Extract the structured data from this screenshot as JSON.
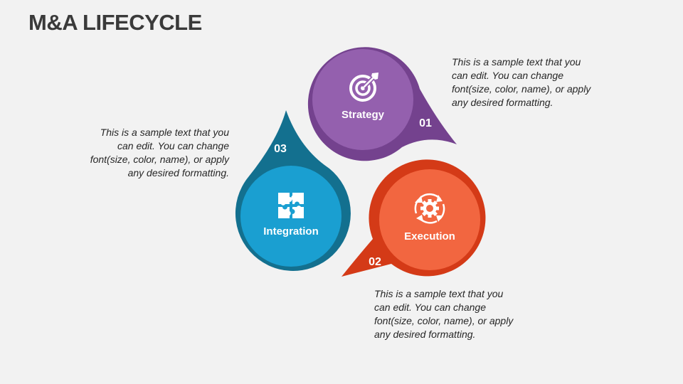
{
  "title": "M&A LIFECYCLE",
  "stages": [
    {
      "number": "01",
      "label": "Strategy",
      "description": "This is a sample text that you can edit. You can change font(size, color, name), or apply any desired formatting.",
      "icon": "target-icon",
      "outer_color": "#74428e",
      "inner_color": "#9460ae"
    },
    {
      "number": "02",
      "label": "Execution",
      "description": "This is a sample text that you can edit. You can change font(size, color, name), or apply any desired formatting.",
      "icon": "gear-cycle-icon",
      "outer_color": "#d43a17",
      "inner_color": "#f26640"
    },
    {
      "number": "03",
      "label": "Integration",
      "description": "This is a sample text that you can edit. You can change font(size, color, name), or apply any desired formatting.",
      "icon": "puzzle-icon",
      "outer_color": "#13708f",
      "inner_color": "#1a9fd1"
    }
  ]
}
